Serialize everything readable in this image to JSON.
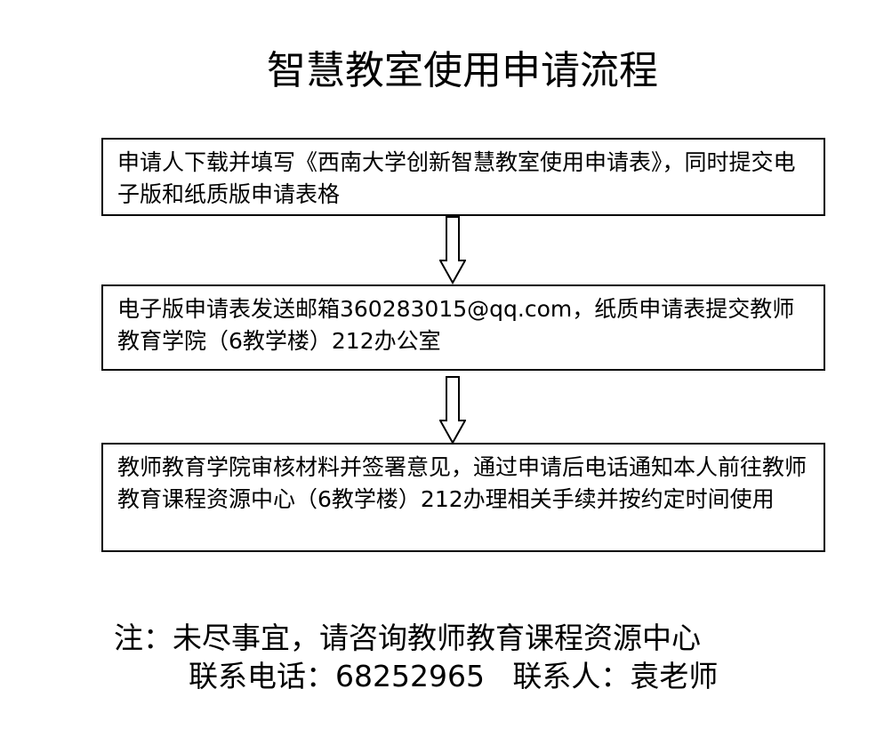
{
  "title": "智慧教室使用申请流程",
  "steps": [
    {
      "text": "申请人下载并填写《西南大学创新智慧教室使用申请表》，同时提交电子版和纸质版申请表格"
    },
    {
      "text": "电子版申请表发送邮箱360283015@qq.com，纸质申请表提交教师教育学院（6教学楼）212办公室"
    },
    {
      "text": "教师教育学院审核材料并签署意见，通过申请后电话通知本人前往教师教育课程资源中心（6教学楼）212办理相关手续并按约定时间使用"
    }
  ],
  "note": {
    "line1": "注：未尽事宜，请咨询教师教育课程资源中心",
    "line2": "联系电话：68252965   联系人：袁老师"
  }
}
